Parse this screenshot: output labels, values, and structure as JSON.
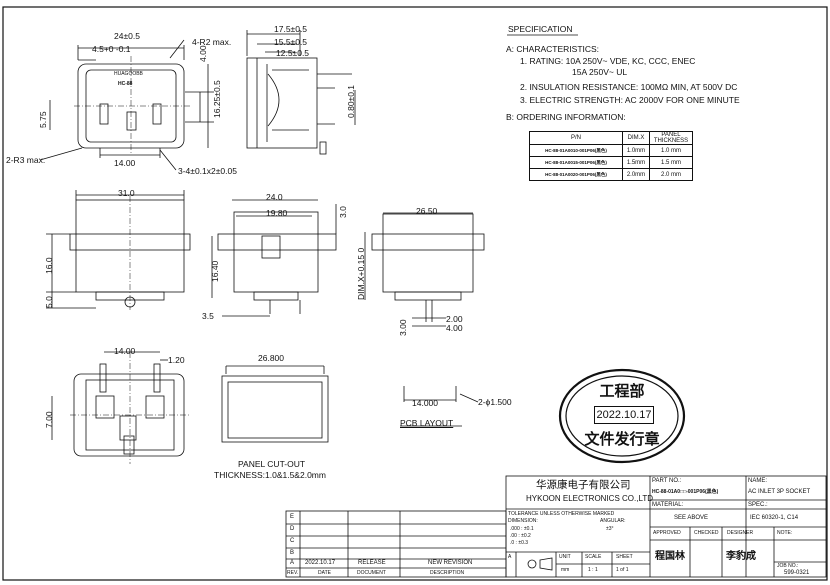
{
  "specification": {
    "title": "SPECIFICATION",
    "a_heading": "A:  CHARACTERISTICS:",
    "rating_1": "1.  RATING:  10A  250V~  VDE,  KC,  CCC,  ENEC",
    "rating_2": "15A  250V~  UL",
    "insulation": "2.  INSULATION  RESISTANCE:  100MΩ  MIN,  AT 500V DC",
    "electric": "3.  ELECTRIC  STRENGTH:  AC  2000V  FOR  ONE  MINUTE",
    "b_heading": "B:  ORDERING  INFORMATION:",
    "ordering_headers": [
      "P/N",
      "DIM.X",
      "PANEL THICKNESS"
    ],
    "ordering_rows": [
      [
        "HC-88-01A0010-001P06(黑色)",
        "1.0mm",
        "1.0  mm"
      ],
      [
        "HC-88-01A0015-001P06(黑色)",
        "1.5mm",
        "1.5  mm"
      ],
      [
        "HC-88-01A0020-001P06(黑色)",
        "2.0mm",
        "2.0  mm"
      ]
    ]
  },
  "dims": {
    "top_24": "24",
    "top_24_tol": "±0.5",
    "top_45": "4.5",
    "top_45_tol": "+0\n-0.1",
    "r2": "4-R2  max.",
    "d400": "4.00",
    "d1625": "16.25",
    "d1625_tol": "±0.5",
    "d575": "5.75",
    "r3": "2-R3  max.",
    "d1400": "14.00",
    "pin": "3-4±0.1x2±0.05",
    "side_175": "17.5",
    "side_175_tol": "±0.5",
    "side_155": "15.5",
    "side_155_tol": "±0.5",
    "side_125": "12.5",
    "side_125_tol": "±0.5",
    "side_080": "0.80",
    "side_080_tol": "±0.1",
    "f_310": "31.0",
    "f_160": "16.0",
    "f_50": "5.0",
    "m_240": "24.0",
    "m_1980": "19.80",
    "m_30": "3.0",
    "m_1640": "16.40",
    "m_35": "3.5",
    "r_2650": "26.50",
    "r_dimx": "DIM.X",
    "r_dimx_tol": "+0.15\n0",
    "r_300": "3.00",
    "r_200": "2.00",
    "r_400": "4.00",
    "b_1400": "14.00",
    "b_120": "1.20",
    "b_700": "7.00",
    "p_26800": "26.800",
    "pcb_14": "14.000",
    "pcb_hole": "2-ϕ1.500",
    "pcb_label": "PCB  LAYOUT",
    "panel_label": "PANEL  CUT-OUT",
    "thickness": "THICKNESS:1.0&1.5&2.0mm"
  },
  "part_marks": {
    "brand": "HUAGOOBB",
    "model": "HC-88"
  },
  "stamp": {
    "top": "工程部",
    "date": "2022.10.17",
    "bottom": "文件发行章"
  },
  "title_block": {
    "company_cn": "华源康电子有限公司",
    "company_en": "HYKOON ELECTRONICS CO.,LTD",
    "part_no_label": "PART  NO.:",
    "part_no": "HC-88-01A0□□-001P06(黑色)",
    "name_label": "NAME:",
    "name": "AC INLET 3P SOCKET",
    "tolerance_label": "TOLERANCE  UNLESS  OTHERWISE  MARKED",
    "dimension_label": "DIMENSION:",
    "angular_label": "ANGULAR:",
    "tol_1": ".000  :  ±0.1",
    "tol_2": ".00    :  ±0.2",
    "tol_3": ".0      :  ±0.3",
    "angular": "±3°",
    "material_label": "MATERIAL:",
    "material": "SEE  ABOVE",
    "spec_label": "SPEC.:",
    "spec": "IEC 60320-1, C14",
    "unit_label": "UNIT",
    "unit": "mm",
    "scale_label": "SCALE",
    "scale": "1 : 1",
    "sheet_label": "SHEET",
    "sheet": "1 of 1",
    "approved_label": "APPROVED",
    "checked_label": "CHECKED",
    "designer_label": "DESIGNER",
    "note_label": "NOTE:",
    "approved": "程国林",
    "designer": "李豹成",
    "job_no_label": "JOB NO.:",
    "job_no": "599-0321",
    "rev_letters": [
      "E",
      "D",
      "C",
      "B",
      "A"
    ],
    "rev_a_date": "2022.10.17",
    "rev_a_desc": "RELEASE",
    "rev_a_new": "NEW  REVISION",
    "rev_header": [
      "REV.",
      "DATE",
      "DOCUMENT",
      "DESCRIPTION"
    ]
  }
}
